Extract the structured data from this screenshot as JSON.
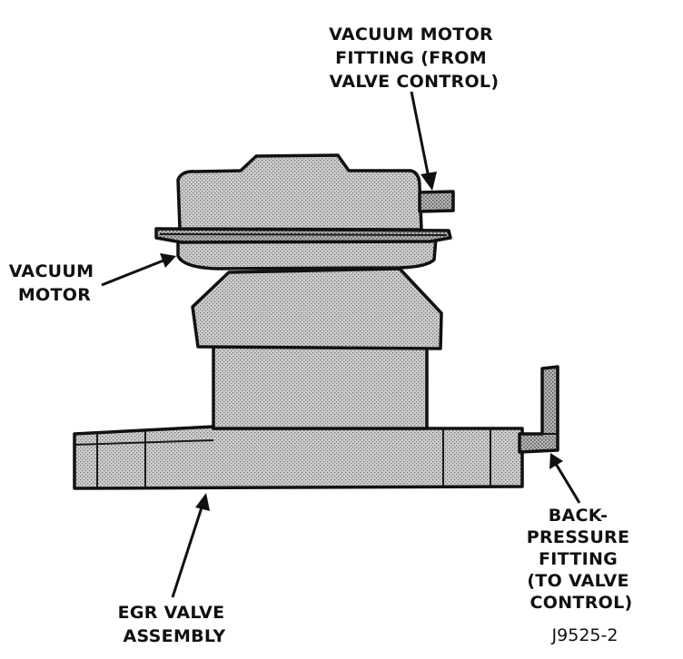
{
  "labels": {
    "vacuum_motor_fitting": [
      "VACUUM MOTOR",
      "FITTING (FROM",
      "VALVE CONTROL)"
    ],
    "vacuum_motor": [
      "VACUUM",
      "MOTOR"
    ],
    "egr_valve_assembly": [
      "EGR VALVE",
      "ASSEMBLY"
    ],
    "back_pressure_fitting": [
      "BACK-",
      "PRESSURE",
      "FITTING",
      "(TO VALVE",
      "CONTROL)"
    ]
  },
  "figure_id": "J9525-2",
  "colors": {
    "ink": "#111111",
    "fill_light": "#d9d9d9",
    "fill_mid": "#b5b5b5",
    "fill_dark": "#8f8f8f",
    "background": "#ffffff"
  }
}
